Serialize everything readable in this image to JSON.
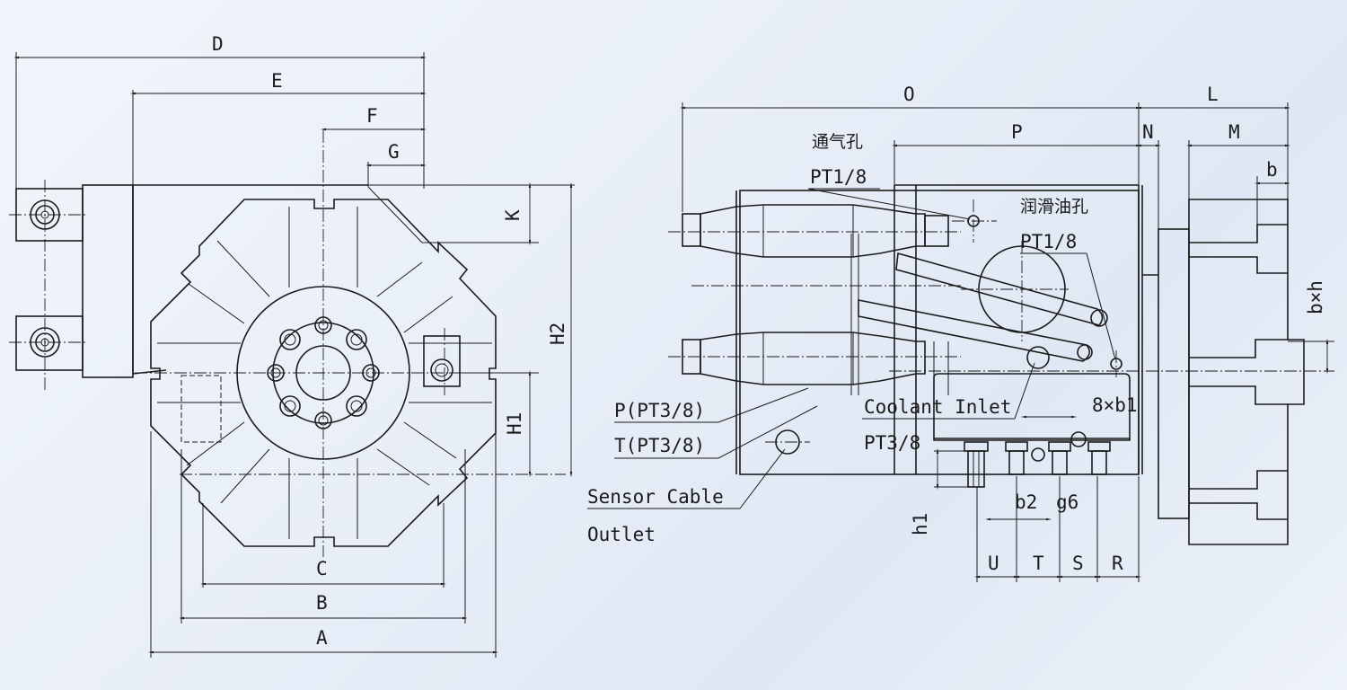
{
  "labels": {
    "D": "D",
    "E": "E",
    "F": "F",
    "G": "G",
    "K": "K",
    "H2": "H2",
    "H1": "H1",
    "C": "C",
    "B": "B",
    "A": "A",
    "O": "O",
    "P": "P",
    "N": "N",
    "L": "L",
    "M": "M",
    "b": "b",
    "bxh": "b×h",
    "vent_hole": "通气孔",
    "vent_thread": "PT1/8",
    "lube_hole": "润滑油孔",
    "lube_thread": "PT1/8",
    "p_port": "P(PT3/8)",
    "t_port": "T(PT3/8)",
    "coolant_inlet": "Coolant Inlet",
    "coolant_thread": "PT3/8",
    "eight_b1": "8×b1",
    "sensor_1": "Sensor Cable",
    "sensor_2": "Outlet",
    "b2": "b2",
    "g6": "g6",
    "h1": "h1",
    "U": "U",
    "T": "T",
    "S": "S",
    "R": "R"
  }
}
